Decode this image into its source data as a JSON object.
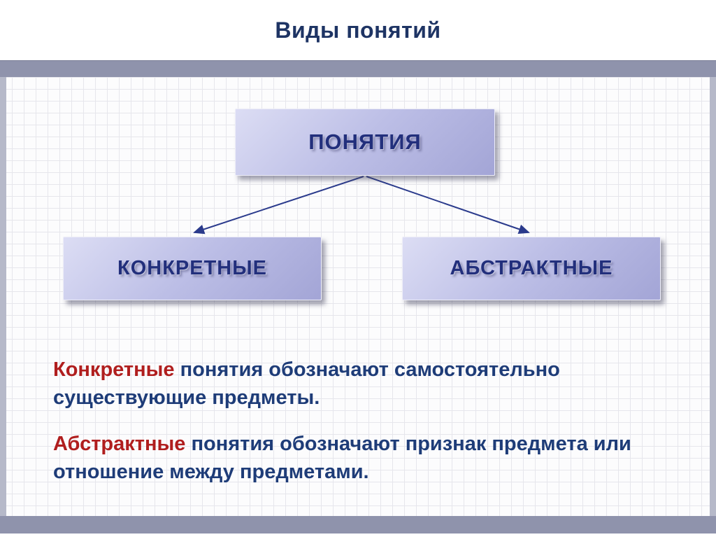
{
  "slide": {
    "title": "Виды понятий"
  },
  "diagram": {
    "root_label": "ПОНЯТИЯ",
    "children": [
      "КОНКРЕТНЫЕ",
      "АБСТРАКТНЫЕ"
    ]
  },
  "paragraphs": [
    {
      "lead": "Конкретные",
      "rest": " понятия обозначают самостоятельно существующие предметы."
    },
    {
      "lead": "Абстрактные",
      "rest": " понятия обозначают признак предмета или отношение между предметами."
    }
  ],
  "colors": {
    "title_text": "#1e3464",
    "band": "#8f93ac",
    "box_fill_light": "#dcddf4",
    "box_fill_dark": "#a3a5d6",
    "box_text": "#222f7c",
    "body_text_blue": "#1e3c78",
    "body_text_red": "#b01e1e",
    "arrow": "#2a3a8c"
  }
}
